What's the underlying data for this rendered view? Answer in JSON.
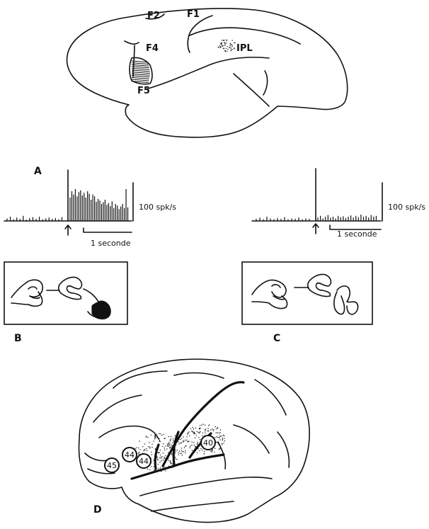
{
  "monkey_brain": {
    "labels": {
      "f2": "F2",
      "f1": "F1",
      "f4": "F4",
      "f5": "F5",
      "ipl": "IPL"
    }
  },
  "panel_a": {
    "letter": "A",
    "rate_label": "100 spk/s",
    "time_label": "1 seconde"
  },
  "panel_c_histogram": {
    "rate_label": "100 spk/s",
    "time_label": "1 seconde"
  },
  "panel_b": {
    "letter": "B"
  },
  "panel_c": {
    "letter": "C"
  },
  "human_brain": {
    "letter": "D",
    "areas": {
      "a45": "45",
      "a44_upper": "44",
      "a44_lower": "44",
      "a40": "40"
    }
  },
  "histograms": {
    "a_pre_bars": [
      0.06,
      0.1,
      0.04,
      0.08,
      0.05,
      0.12,
      0.03,
      0.07,
      0.09,
      0.05,
      0.1,
      0.04,
      0.06,
      0.08,
      0.05,
      0.07,
      0.04,
      0.09
    ],
    "a_post_bars": [
      0.55,
      0.7,
      0.62,
      0.75,
      0.58,
      0.68,
      0.72,
      0.6,
      0.66,
      0.55,
      0.7,
      0.64,
      0.5,
      0.62,
      0.58,
      0.45,
      0.52,
      0.48,
      0.4,
      0.44,
      0.5,
      0.38,
      0.42,
      0.35,
      0.46,
      0.3,
      0.4,
      0.36,
      0.28,
      0.34,
      0.4,
      0.3,
      0.75,
      0.32
    ],
    "c_pre_bars": [
      0.05,
      0.08,
      0.04,
      0.1,
      0.06,
      0.04,
      0.07,
      0.05,
      0.09,
      0.04,
      0.06,
      0.05,
      0.08,
      0.04,
      0.06,
      0.05
    ],
    "c_post_bars": [
      0.08,
      0.12,
      0.06,
      0.1,
      0.14,
      0.08,
      0.1,
      0.06,
      0.12,
      0.09,
      0.11,
      0.07,
      0.1,
      0.13,
      0.08,
      0.12,
      0.09,
      0.15,
      0.1,
      0.12,
      0.08,
      0.14,
      0.1,
      0.12
    ]
  }
}
